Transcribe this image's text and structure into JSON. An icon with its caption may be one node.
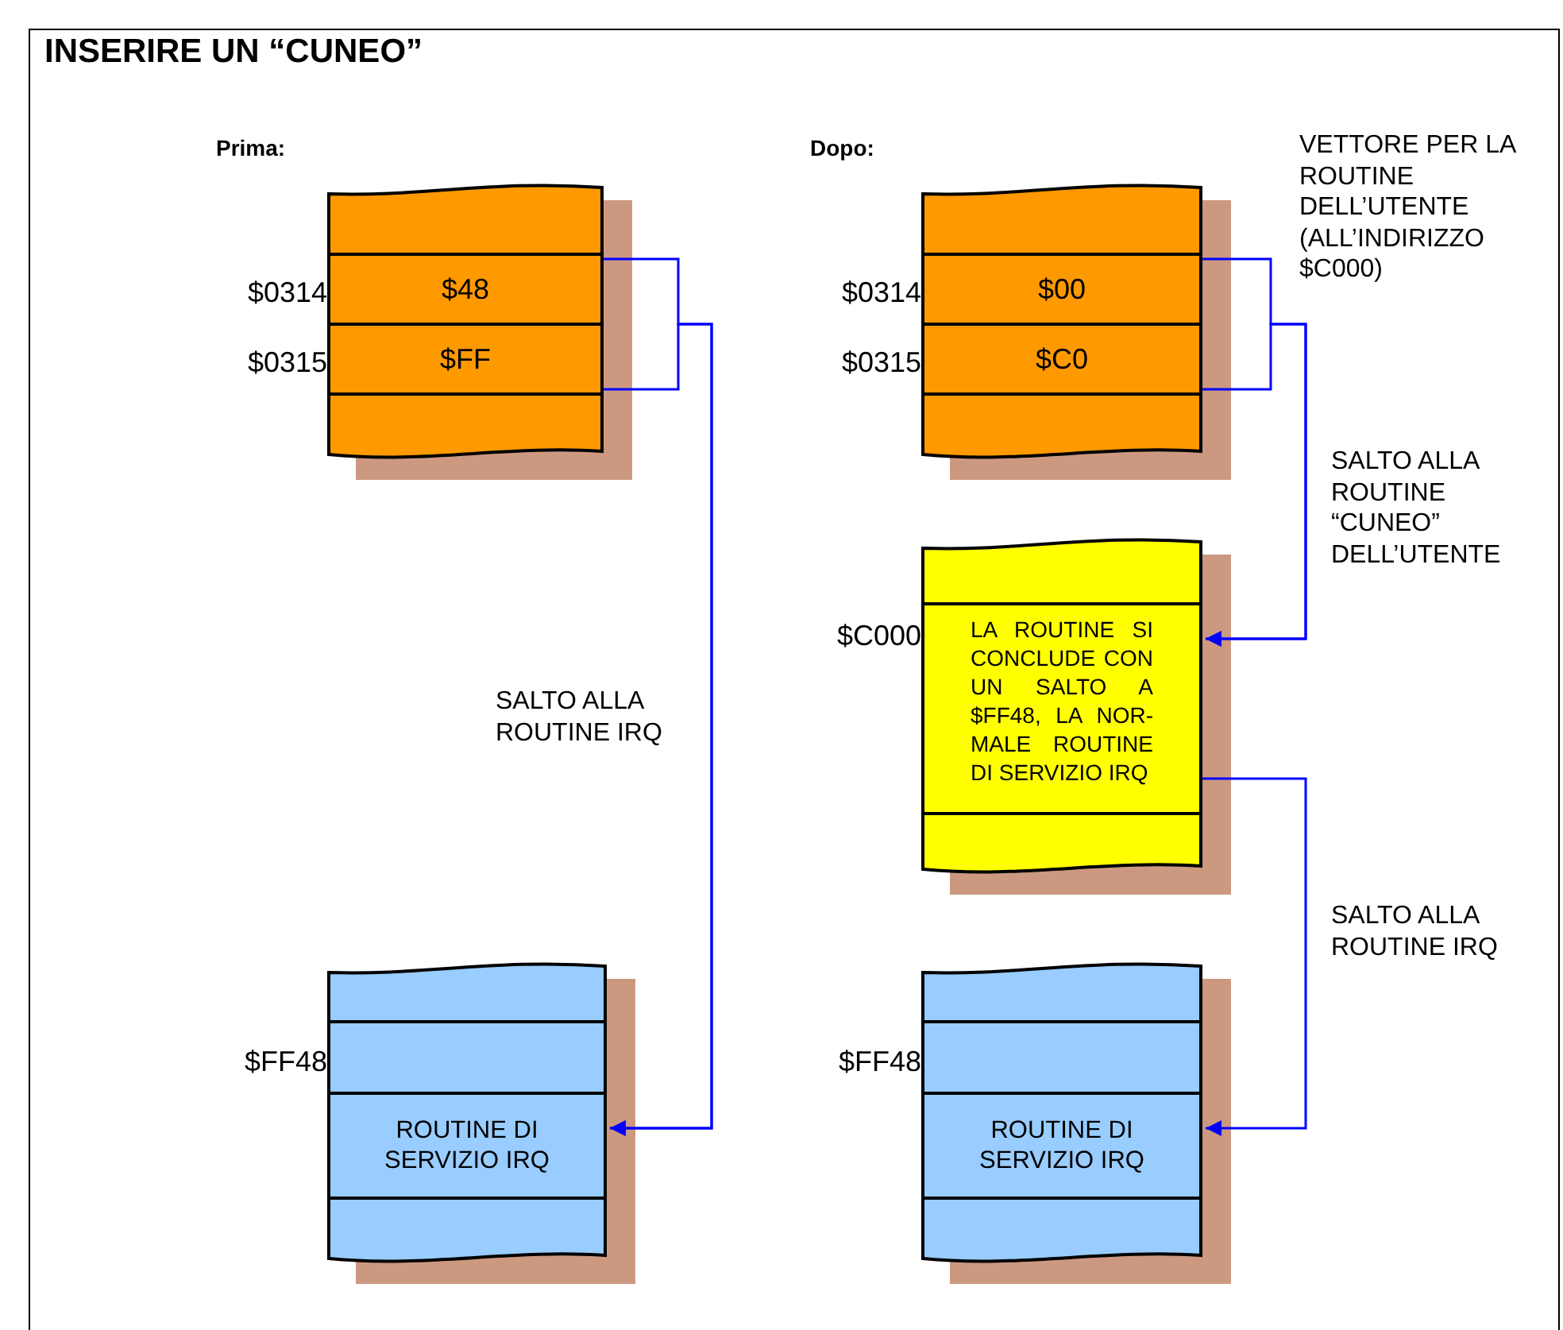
{
  "diagram": {
    "title": "INSERIRE UN “CUNEO”",
    "nodes": [
      {
        "text": [],
        "shape": "box"
      },
      {
        "text": [
          "$48"
        ],
        "in": 0
      },
      {
        "text": [
          "$FF"
        ],
        "in": 0
      },
      {
        "text": [],
        "shape": "box"
      },
      {
        "text": [
          "ROUTINE DI SERVIZIO IRQ"
        ],
        "in": 3
      },
      {
        "text": [],
        "shape": "box"
      },
      {
        "text": [
          "$00"
        ],
        "in": 5
      },
      {
        "text": [
          "$C0"
        ],
        "in": 5
      },
      {
        "text": [],
        "shape": "box"
      },
      {
        "text": [
          "LA ROUTINE SI CONCLUDE CON UN SALTO A $FF48, LA NOR- MALE ROUTINE DI SERVIZIO IRQ"
        ],
        "in": 8,
        "beside": [
          "$C000"
        ]
      },
      {
        "text": [],
        "shape": "box"
      },
      {
        "text": [
          "ROUTINE DI SERVIZIO IRQ"
        ],
        "in": 10
      }
    ],
    "edges": [
      {
        "from": 1,
        "to": 4,
        "arrow": "to",
        "label": "SALTO ALLA ROUTINE IRQ"
      },
      {
        "from": 2,
        "to": 4,
        "arrow": "to"
      },
      {
        "from": 6,
        "to": 9,
        "arrow": "to",
        "label": "SALTO ALLA ROUTINE “CUNEO” DELL’UTENTE"
      },
      {
        "from": 7,
        "to": 9,
        "arrow": "to"
      },
      {
        "from": 9,
        "to": 11,
        "arrow": "to",
        "label": "SALTO ALLA ROUTINE IRQ"
      }
    ],
    "labels": [
      "Prima:",
      "Dopo:",
      "VETTORE PER LA ROUTINE DELL’UTENTE (ALL’INDIRIZZO $C000)",
      "$0314",
      "$0314",
      "$0315",
      "$0315",
      "$FF48",
      "$FF48"
    ]
  }
}
